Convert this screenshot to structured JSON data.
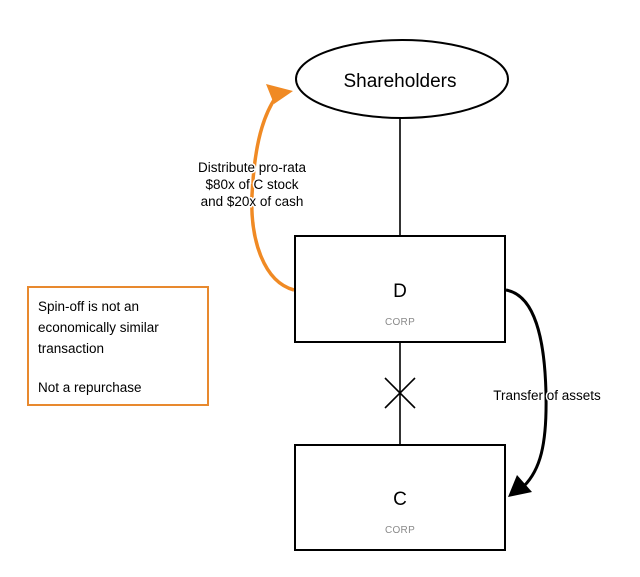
{
  "diagram": {
    "colors": {
      "stroke": "#000000",
      "accent_orange": "#f08a24",
      "note_border": "#e8892e",
      "corp_label": "#8a8a8a",
      "background": "#ffffff"
    },
    "nodes": {
      "shareholders": {
        "label": "Shareholders",
        "shape": "ellipse"
      },
      "d_corp": {
        "label": "D",
        "sublabel": "CORP",
        "shape": "rectangle"
      },
      "c_corp": {
        "label": "C",
        "sublabel": "CORP",
        "shape": "rectangle"
      }
    },
    "edges": {
      "distribution": {
        "from": "D",
        "to": "Shareholders",
        "color": "orange",
        "label_lines": [
          "Distribute pro-rata",
          "$80x of C stock",
          "and $20x of cash"
        ]
      },
      "ownership_d_shareholders": {
        "from": "Shareholders",
        "to": "D",
        "style": "plain line"
      },
      "ownership_d_c": {
        "from": "D",
        "to": "C",
        "style": "line with X (severed)"
      },
      "asset_transfer": {
        "from": "D",
        "to": "C",
        "label": "Transfer of assets"
      }
    },
    "note": {
      "lines": [
        "Spin-off is not an",
        "economically similar",
        "transaction"
      ],
      "second_paragraph": "Not a repurchase"
    }
  }
}
